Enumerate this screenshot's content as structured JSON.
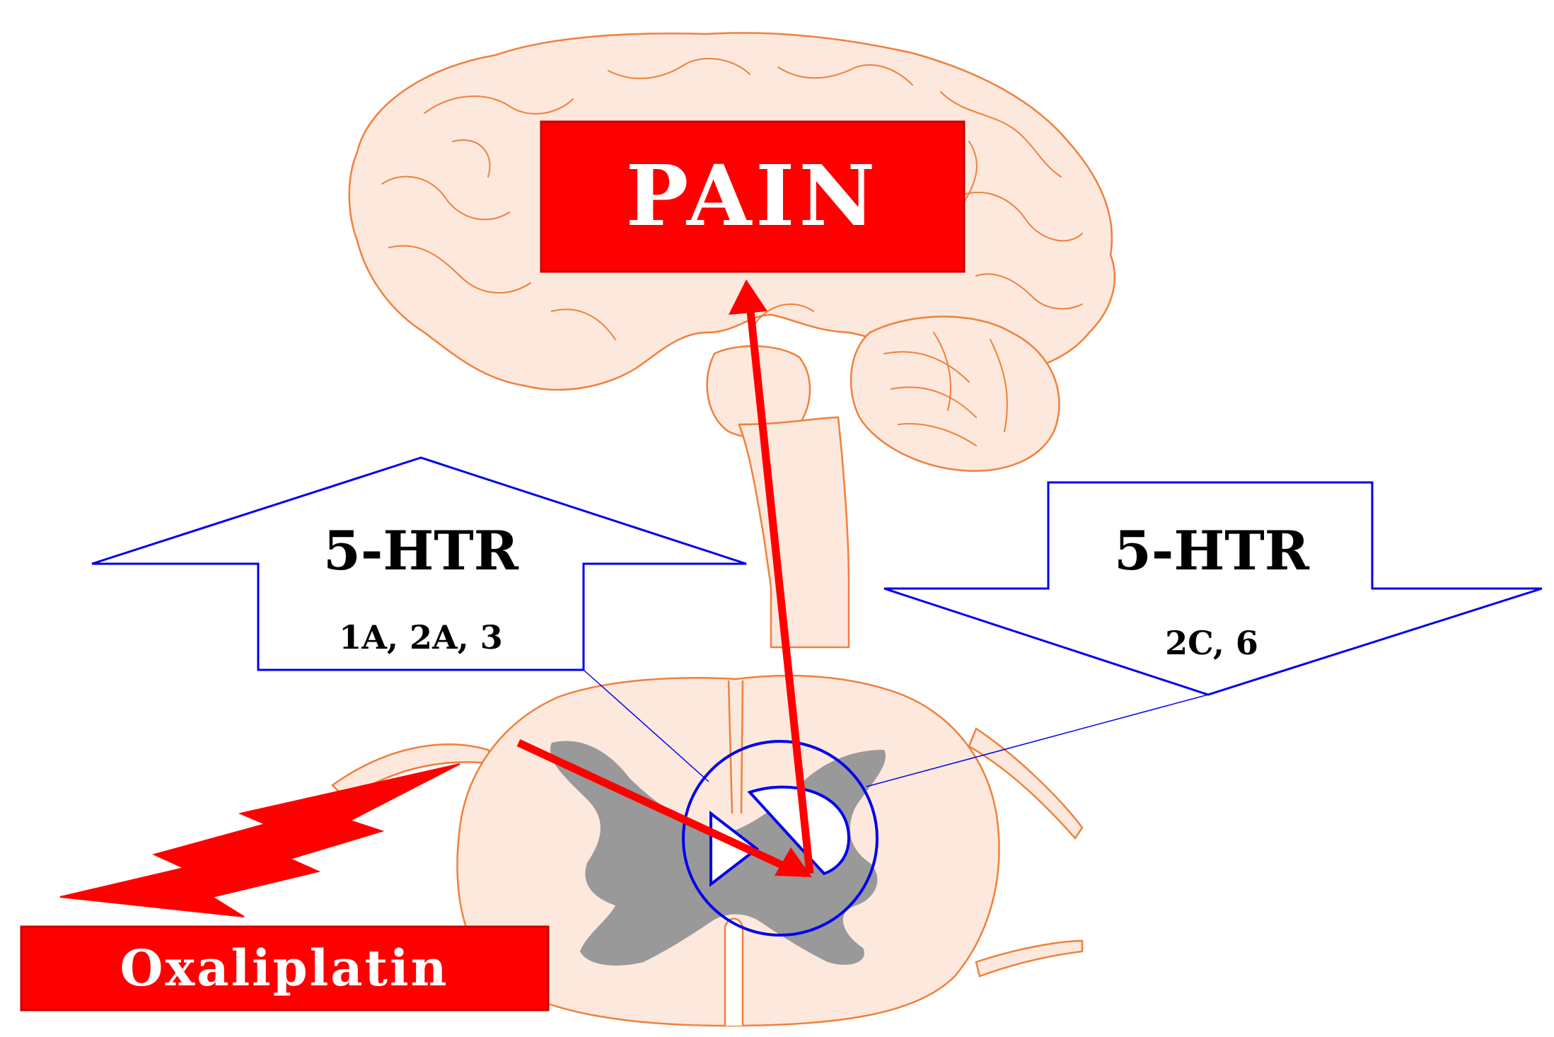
{
  "labels": {
    "pain": "PAIN",
    "receptor_up_title": "5-HTR",
    "receptor_up_subtypes": "1A, 2A, 3",
    "receptor_down_title": "5-HTR",
    "receptor_down_subtypes": "2C, 6",
    "drug": "Oxaliplatin"
  },
  "colors": {
    "brain_fill": "#fde8dd",
    "brain_outline": "#f0803c",
    "alert_red": "#ff0000",
    "receptor_blue": "#0000ee",
    "grey_matter": "#999999",
    "text_on_red": "#ffffff",
    "text_dark": "#000000"
  },
  "icons": {
    "brain": "brain-sagittal-icon",
    "spinal_cord": "spinal-cord-cross-section-icon",
    "lightning": "lightning-bolt-icon"
  }
}
